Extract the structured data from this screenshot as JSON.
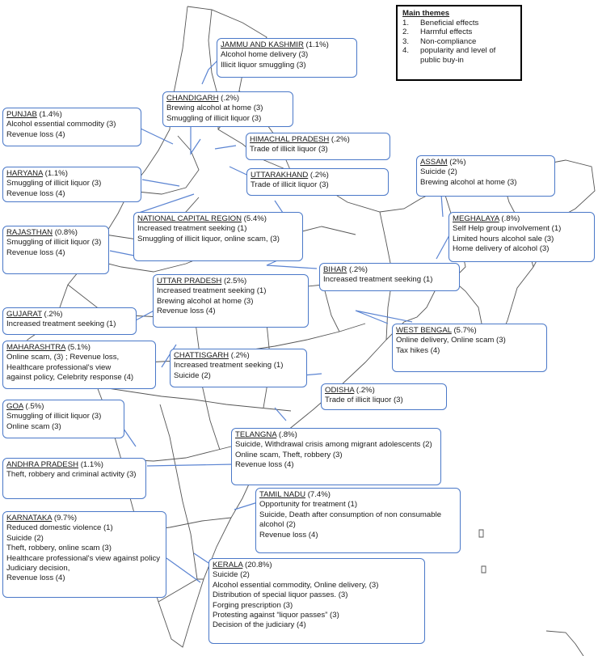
{
  "legend": {
    "title": "Main themes",
    "items": [
      {
        "num": "1.",
        "text": "Beneficial effects"
      },
      {
        "num": "2.",
        "text": "Harmful effects"
      },
      {
        "num": "3.",
        "text": "Non-compliance"
      },
      {
        "num": "4.",
        "text": "popularity and level of public buy-in"
      }
    ]
  },
  "regions": {
    "jammu": {
      "name": "JAMMU AND KASHMIR",
      "pct": " (1.1%)",
      "lines": [
        "Alcohol home delivery (3)",
        "Illicit liquor smuggling (3)"
      ]
    },
    "chandigarh": {
      "name": "CHANDIGARH",
      "pct": " (.2%)",
      "lines": [
        "Brewing alcohol at home (3)",
        "Smuggling of illicit liquor (3)"
      ]
    },
    "punjab": {
      "name": "PUNJAB",
      "pct": " (1.4%)",
      "lines": [
        "Alcohol essential commodity (3)",
        "Revenue loss (4)"
      ]
    },
    "himachal": {
      "name": "HIMACHAL PRADESH",
      "pct": " (.2%)",
      "lines": [
        "Trade of illicit liquor (3)"
      ]
    },
    "assam": {
      "name": "ASSAM",
      "pct": " (2%)",
      "lines": [
        "Suicide (2)",
        "Brewing alcohol at home (3)"
      ]
    },
    "haryana": {
      "name": "HARYANA",
      "pct": " (1.1%)",
      "lines": [
        "Smuggling of illicit liquor (3)",
        "Revenue loss (4)"
      ]
    },
    "uttarakhand": {
      "name": "UTTARAKHAND",
      "pct": " (.2%)",
      "lines": [
        "Trade of illicit liquor (3)"
      ]
    },
    "ncr": {
      "name": "NATIONAL CAPITAL REGION",
      "pct": " (5.4%)",
      "lines": [
        "Increased treatment seeking (1)",
        "Smuggling of illicit liquor, online scam, (3)"
      ]
    },
    "meghalaya": {
      "name": "MEGHALAYA",
      "pct": " (.8%)",
      "lines": [
        "Self Help group involvement (1)",
        "Limited hours alcohol sale (3)",
        "Home delivery of alcohol (3)"
      ]
    },
    "rajasthan": {
      "name": "RAJASTHAN",
      "pct": " (0.8%)",
      "lines": [
        "Smuggling of illicit liquor (3)",
        "Revenue loss (4)"
      ]
    },
    "bihar": {
      "name": "BIHAR",
      "pct": " (.2%)",
      "lines": [
        "Increased treatment seeking (1)"
      ]
    },
    "up": {
      "name": "UTTAR PRADESH",
      "pct": " (2.5%)",
      "lines": [
        "Increased treatment seeking (1)",
        "Brewing alcohol at home (3)",
        " Revenue loss (4)"
      ]
    },
    "gujarat": {
      "name": "GUJARAT",
      "pct": " (.2%)",
      "lines": [
        "Increased treatment seeking (1)"
      ]
    },
    "westbengal": {
      "name": "WEST BENGAL",
      "pct": " (5.7%)",
      "lines": [
        "Online delivery, Online scam (3)",
        "Tax hikes (4)"
      ]
    },
    "maharashtra": {
      "name": "MAHARASHTRA",
      "pct": " (5.1%)",
      "lines": [
        "Online scam, (3) ; Revenue loss,",
        "Healthcare professional's view",
        "against policy, Celebrity response (4)"
      ]
    },
    "chattisgarh": {
      "name": "CHATTISGARH",
      "pct": "  (.2%)",
      "lines": [
        " Increased treatment seeking (1)",
        "Suicide (2)"
      ]
    },
    "odisha": {
      "name": "ODISHA",
      "pct": " (.2%)",
      "lines": [
        "Trade of illicit liquor (3)"
      ]
    },
    "goa": {
      "name": "GOA",
      "pct": " (.5%)",
      "lines": [
        "Smuggling of illicit liquor (3)",
        "Online scam (3)"
      ]
    },
    "telangana": {
      "name": "TELANGNA",
      "pct": " (.8%)",
      "lines": [
        "Suicide, Withdrawal crisis among migrant adolescents (2)",
        "Online scam, Theft, robbery (3)",
        "Revenue loss (4)"
      ]
    },
    "andhra": {
      "name": "ANDHRA PRADESH",
      "pct": " (1.1%)",
      "lines": [
        "Theft, robbery and criminal activity (3)"
      ]
    },
    "tamilnadu": {
      "name": "TAMIL NADU",
      "pct": " (7.4%)",
      "lines": [
        "Opportunity for treatment (1)",
        "Suicide, Death after consumption of non consumable alcohol (2)",
        "Revenue loss (4)"
      ]
    },
    "karnataka": {
      "name": "KARNATAKA",
      "pct": " (9.7%)",
      "lines": [
        "Reduced domestic violence (1)",
        "Suicide (2)",
        "Theft, robbery, online scam (3)",
        "Healthcare professional's view against policy Judiciary decision,",
        "Revenue loss (4)"
      ]
    },
    "kerala": {
      "name": "KERALA",
      "pct": " (20.8%)",
      "lines": [
        "Suicide (2)",
        "Alcohol essential commodity, Online delivery, (3)",
        "Distribution of special liquor passes. (3)",
        "Forging prescription (3)",
        "Protesting against “liquor passes” (3)",
        "Decision of the judiciary (4)"
      ]
    }
  }
}
